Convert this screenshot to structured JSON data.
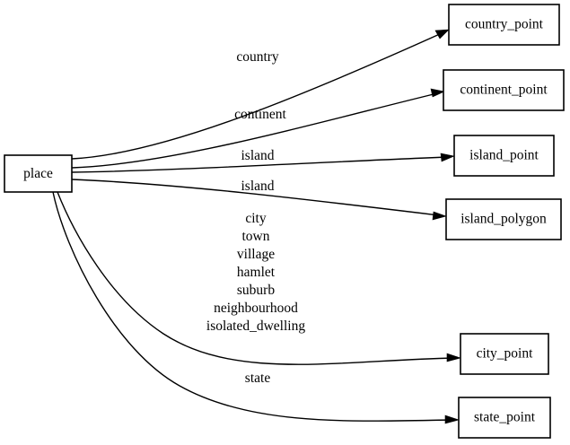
{
  "diagram": {
    "type": "directed-graph",
    "background_color": "#ffffff",
    "line_color": "#000000",
    "node_fill": "#ffffff",
    "root": {
      "id": "place",
      "label": "place"
    },
    "targets": [
      {
        "id": "country_point",
        "label": "country_point"
      },
      {
        "id": "continent_point",
        "label": "continent_point"
      },
      {
        "id": "island_point",
        "label": "island_point"
      },
      {
        "id": "island_polygon",
        "label": "island_polygon"
      },
      {
        "id": "city_point",
        "label": "city_point"
      },
      {
        "id": "state_point",
        "label": "state_point"
      }
    ],
    "edges": [
      {
        "from": "place",
        "to": "country_point",
        "label_lines": [
          "country"
        ]
      },
      {
        "from": "place",
        "to": "continent_point",
        "label_lines": [
          "continent"
        ]
      },
      {
        "from": "place",
        "to": "island_point",
        "label_lines": [
          "island"
        ]
      },
      {
        "from": "place",
        "to": "island_polygon",
        "label_lines": [
          "island"
        ]
      },
      {
        "from": "place",
        "to": "city_point",
        "label_lines": [
          "city",
          "town",
          "village",
          "hamlet",
          "suburb",
          "neighbourhood",
          "isolated_dwelling"
        ]
      },
      {
        "from": "place",
        "to": "state_point",
        "label_lines": [
          "state"
        ]
      }
    ]
  },
  "labels": {
    "root": "place",
    "country_point": "country_point",
    "continent_point": "continent_point",
    "island_point": "island_point",
    "island_polygon": "island_polygon",
    "city_point": "city_point",
    "state_point": "state_point",
    "edge_country": "country",
    "edge_continent": "continent",
    "edge_island_point": "island",
    "edge_island_polygon": "island",
    "edge_city_1": "city",
    "edge_city_2": "town",
    "edge_city_3": "village",
    "edge_city_4": "hamlet",
    "edge_city_5": "suburb",
    "edge_city_6": "neighbourhood",
    "edge_city_7": "isolated_dwelling",
    "edge_state": "state"
  }
}
